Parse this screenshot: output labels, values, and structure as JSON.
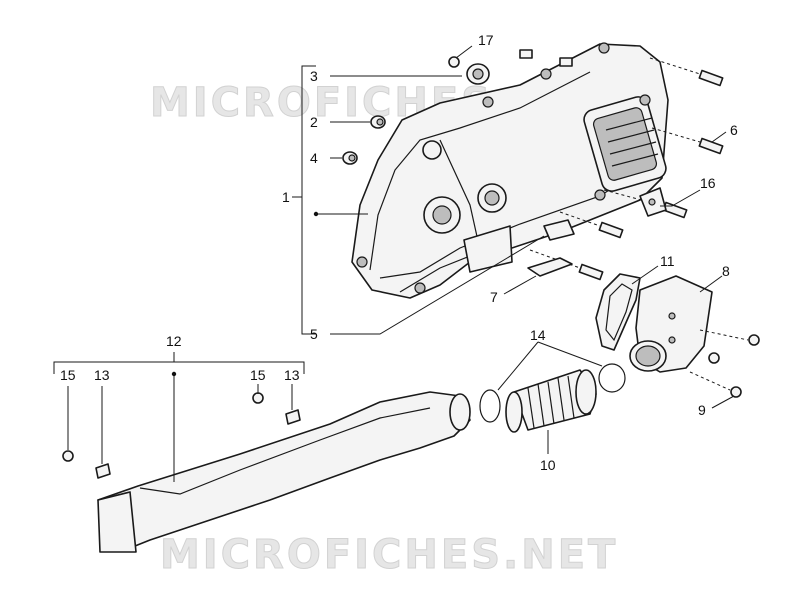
{
  "watermarks": [
    "MICROFICHES.NET",
    "MICROFICHES.NET"
  ],
  "callouts": [
    {
      "id": "c1",
      "text": "1"
    },
    {
      "id": "c2",
      "text": "2"
    },
    {
      "id": "c3",
      "text": "3"
    },
    {
      "id": "c4",
      "text": "4"
    },
    {
      "id": "c5",
      "text": "5"
    },
    {
      "id": "c6",
      "text": "6"
    },
    {
      "id": "c7",
      "text": "7"
    },
    {
      "id": "c8",
      "text": "8"
    },
    {
      "id": "c9",
      "text": "9"
    },
    {
      "id": "c10",
      "text": "10"
    },
    {
      "id": "c11",
      "text": "11"
    },
    {
      "id": "c12",
      "text": "12"
    },
    {
      "id": "c13a",
      "text": "13"
    },
    {
      "id": "c13b",
      "text": "13"
    },
    {
      "id": "c14",
      "text": "14"
    },
    {
      "id": "c15a",
      "text": "15"
    },
    {
      "id": "c15b",
      "text": "15"
    },
    {
      "id": "c16",
      "text": "16"
    },
    {
      "id": "c17",
      "text": "17"
    }
  ]
}
